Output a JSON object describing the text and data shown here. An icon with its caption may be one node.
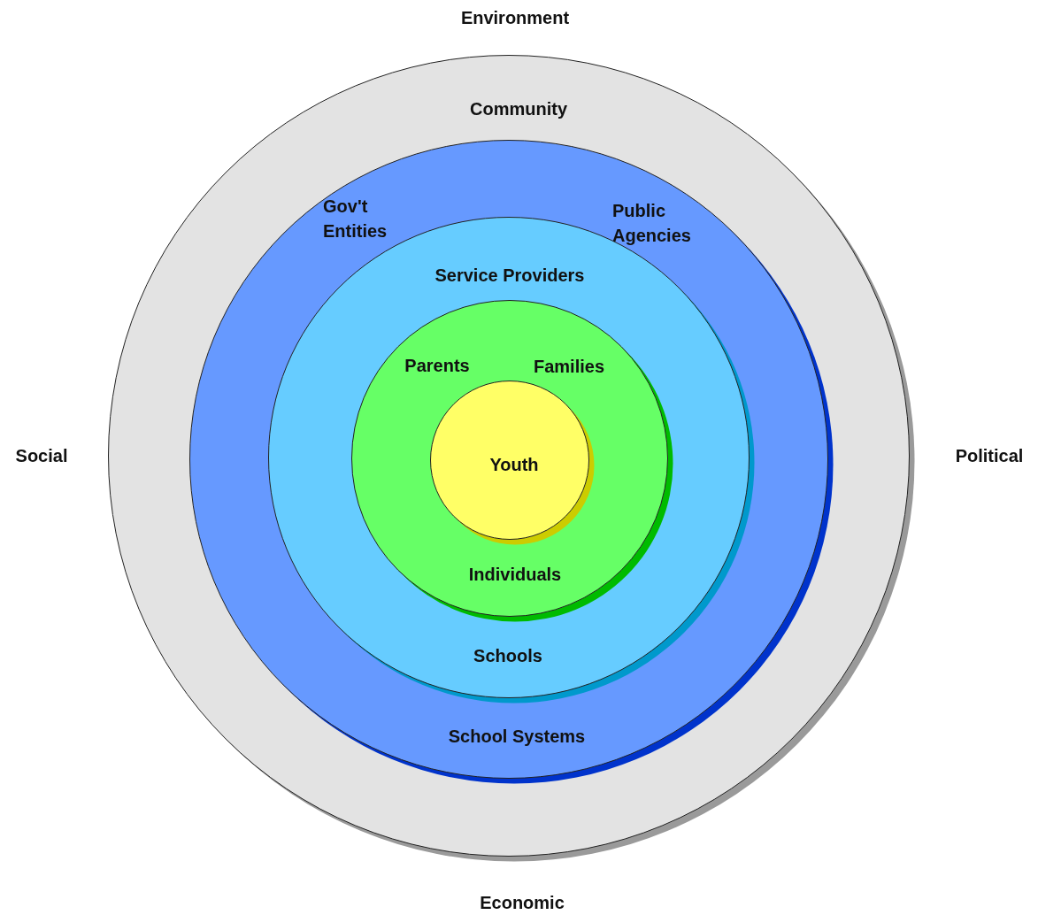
{
  "diagram": {
    "nodes": [
      {
        "text": [
          "Community"
        ]
      },
      {
        "text": [
          "Gov't Entities",
          "Public Agencies",
          "School Systems"
        ],
        "in": 0
      },
      {
        "text": [
          "Service Providers",
          "Schools"
        ],
        "in": 1
      },
      {
        "text": [
          "Parents",
          "Families",
          "Individuals"
        ],
        "in": 2
      },
      {
        "text": [
          "Youth"
        ],
        "in": 3
      }
    ],
    "labels": [
      "Environment",
      "Social",
      "Political",
      "Economic"
    ]
  }
}
